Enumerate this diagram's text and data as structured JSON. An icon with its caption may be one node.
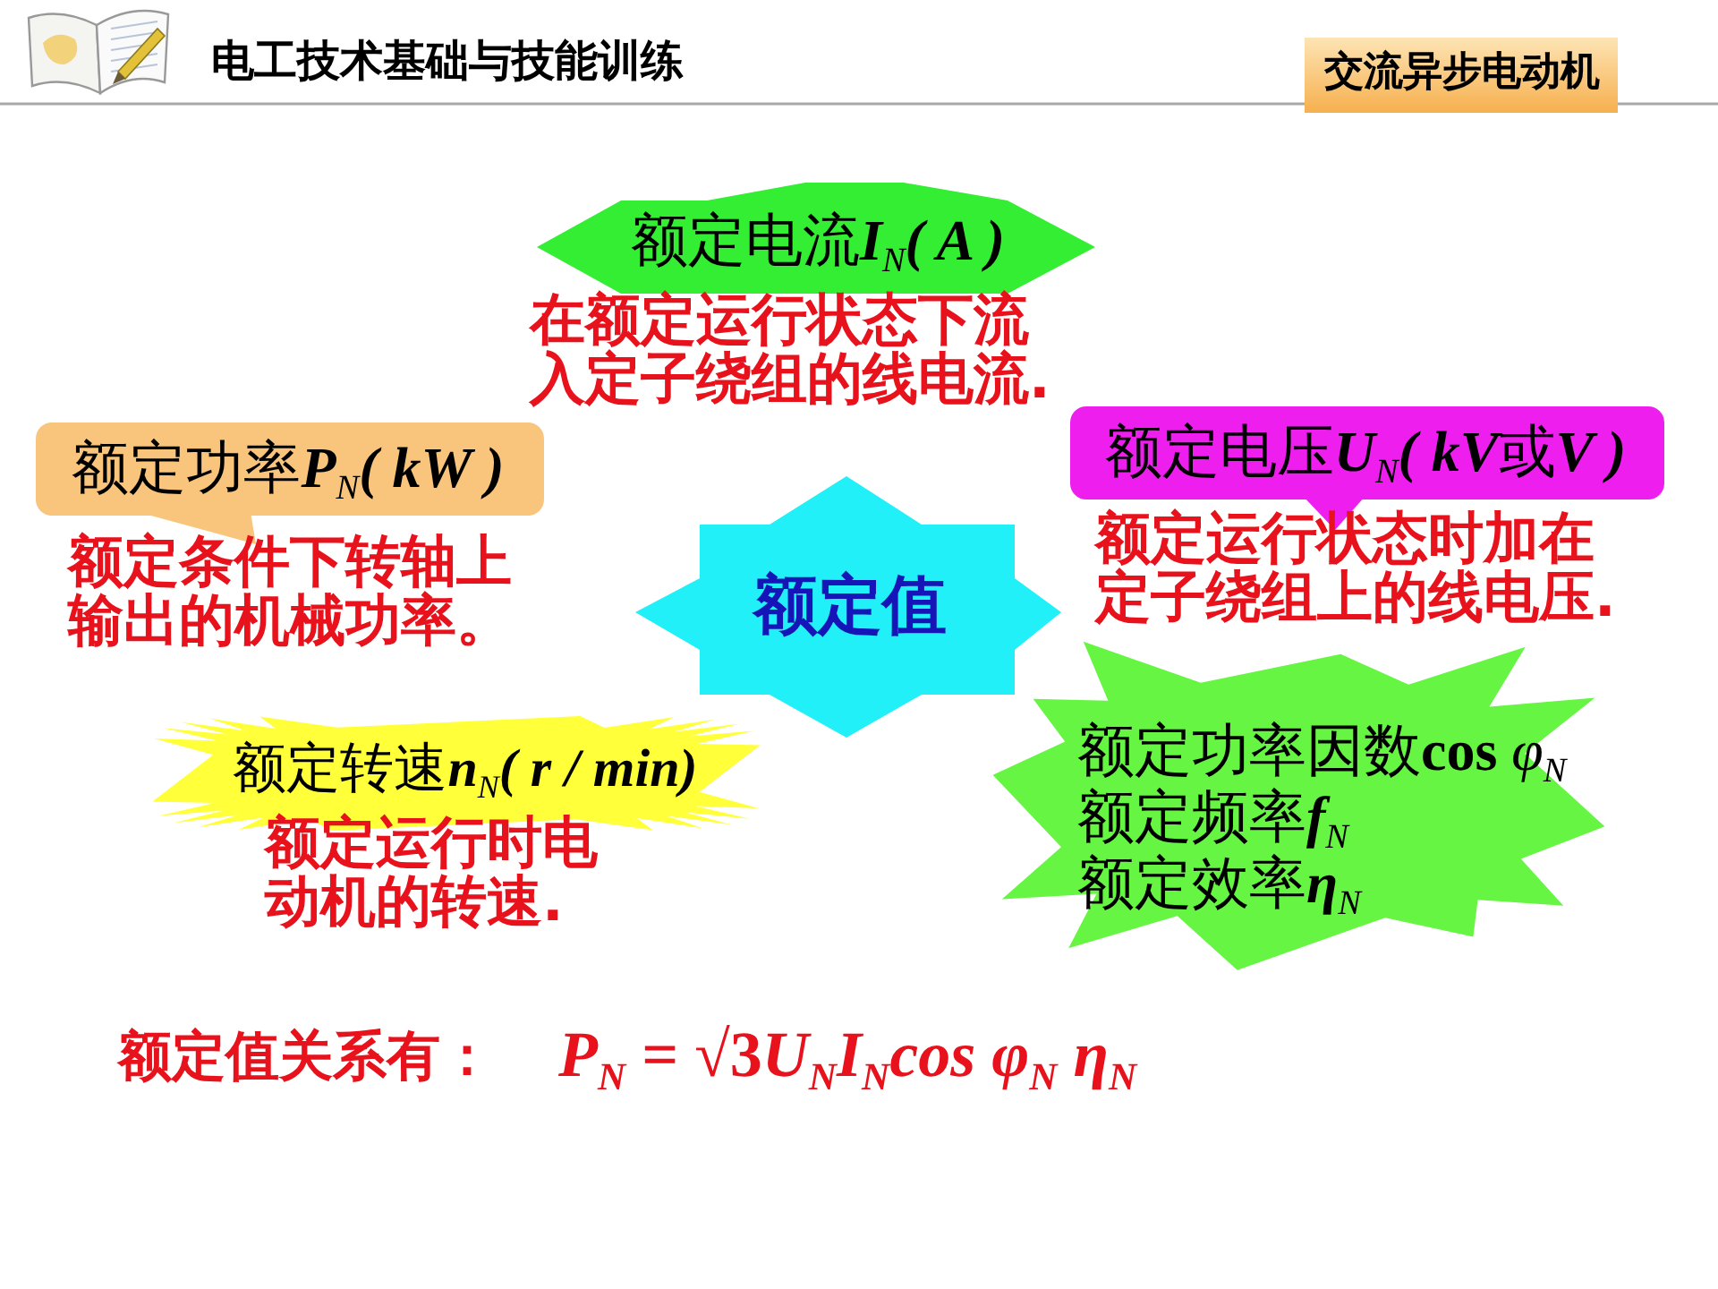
{
  "diagram": {
    "title": "电工技术基础与技能训练",
    "nodes": [
      {
        "text": [
          "交流异步电动机"
        ]
      },
      {
        "text": [
          "额定电流**I**$_{N}$**( A )**"
        ],
        "beside": [
          "在额定运行状态下流入定子绕组的线电流."
        ]
      },
      {
        "text": [
          "额定功率**P**$_{N}$**( kW )**"
        ],
        "beside": [
          "额定条件下转轴上输出的机械功率。"
        ]
      },
      {
        "text": [
          "额定电压**U**$_{N}$**( kV**或**V )**"
        ],
        "beside": [
          "额定运行状态时加在定子绕组上的线电压."
        ]
      },
      {
        "text": [
          "额定值"
        ]
      },
      {
        "text": [
          "额定转速**n**$_{N}$**( r / min)**"
        ],
        "beside": [
          "额定运行时电动机的转速."
        ]
      },
      {
        "text": [
          "额定功率因数**cos** *φ*$_{N}$",
          "额定频率**f**$_{N}$",
          "额定效率**η**$_{N}$"
        ]
      }
    ],
    "labels": [
      "额定值关系有：",
      "**P**$_{N}$ = √3**U**$_{N}$**I**$_{N}$**cos φ**$_{N}$ **η**$_{N}$"
    ]
  }
}
